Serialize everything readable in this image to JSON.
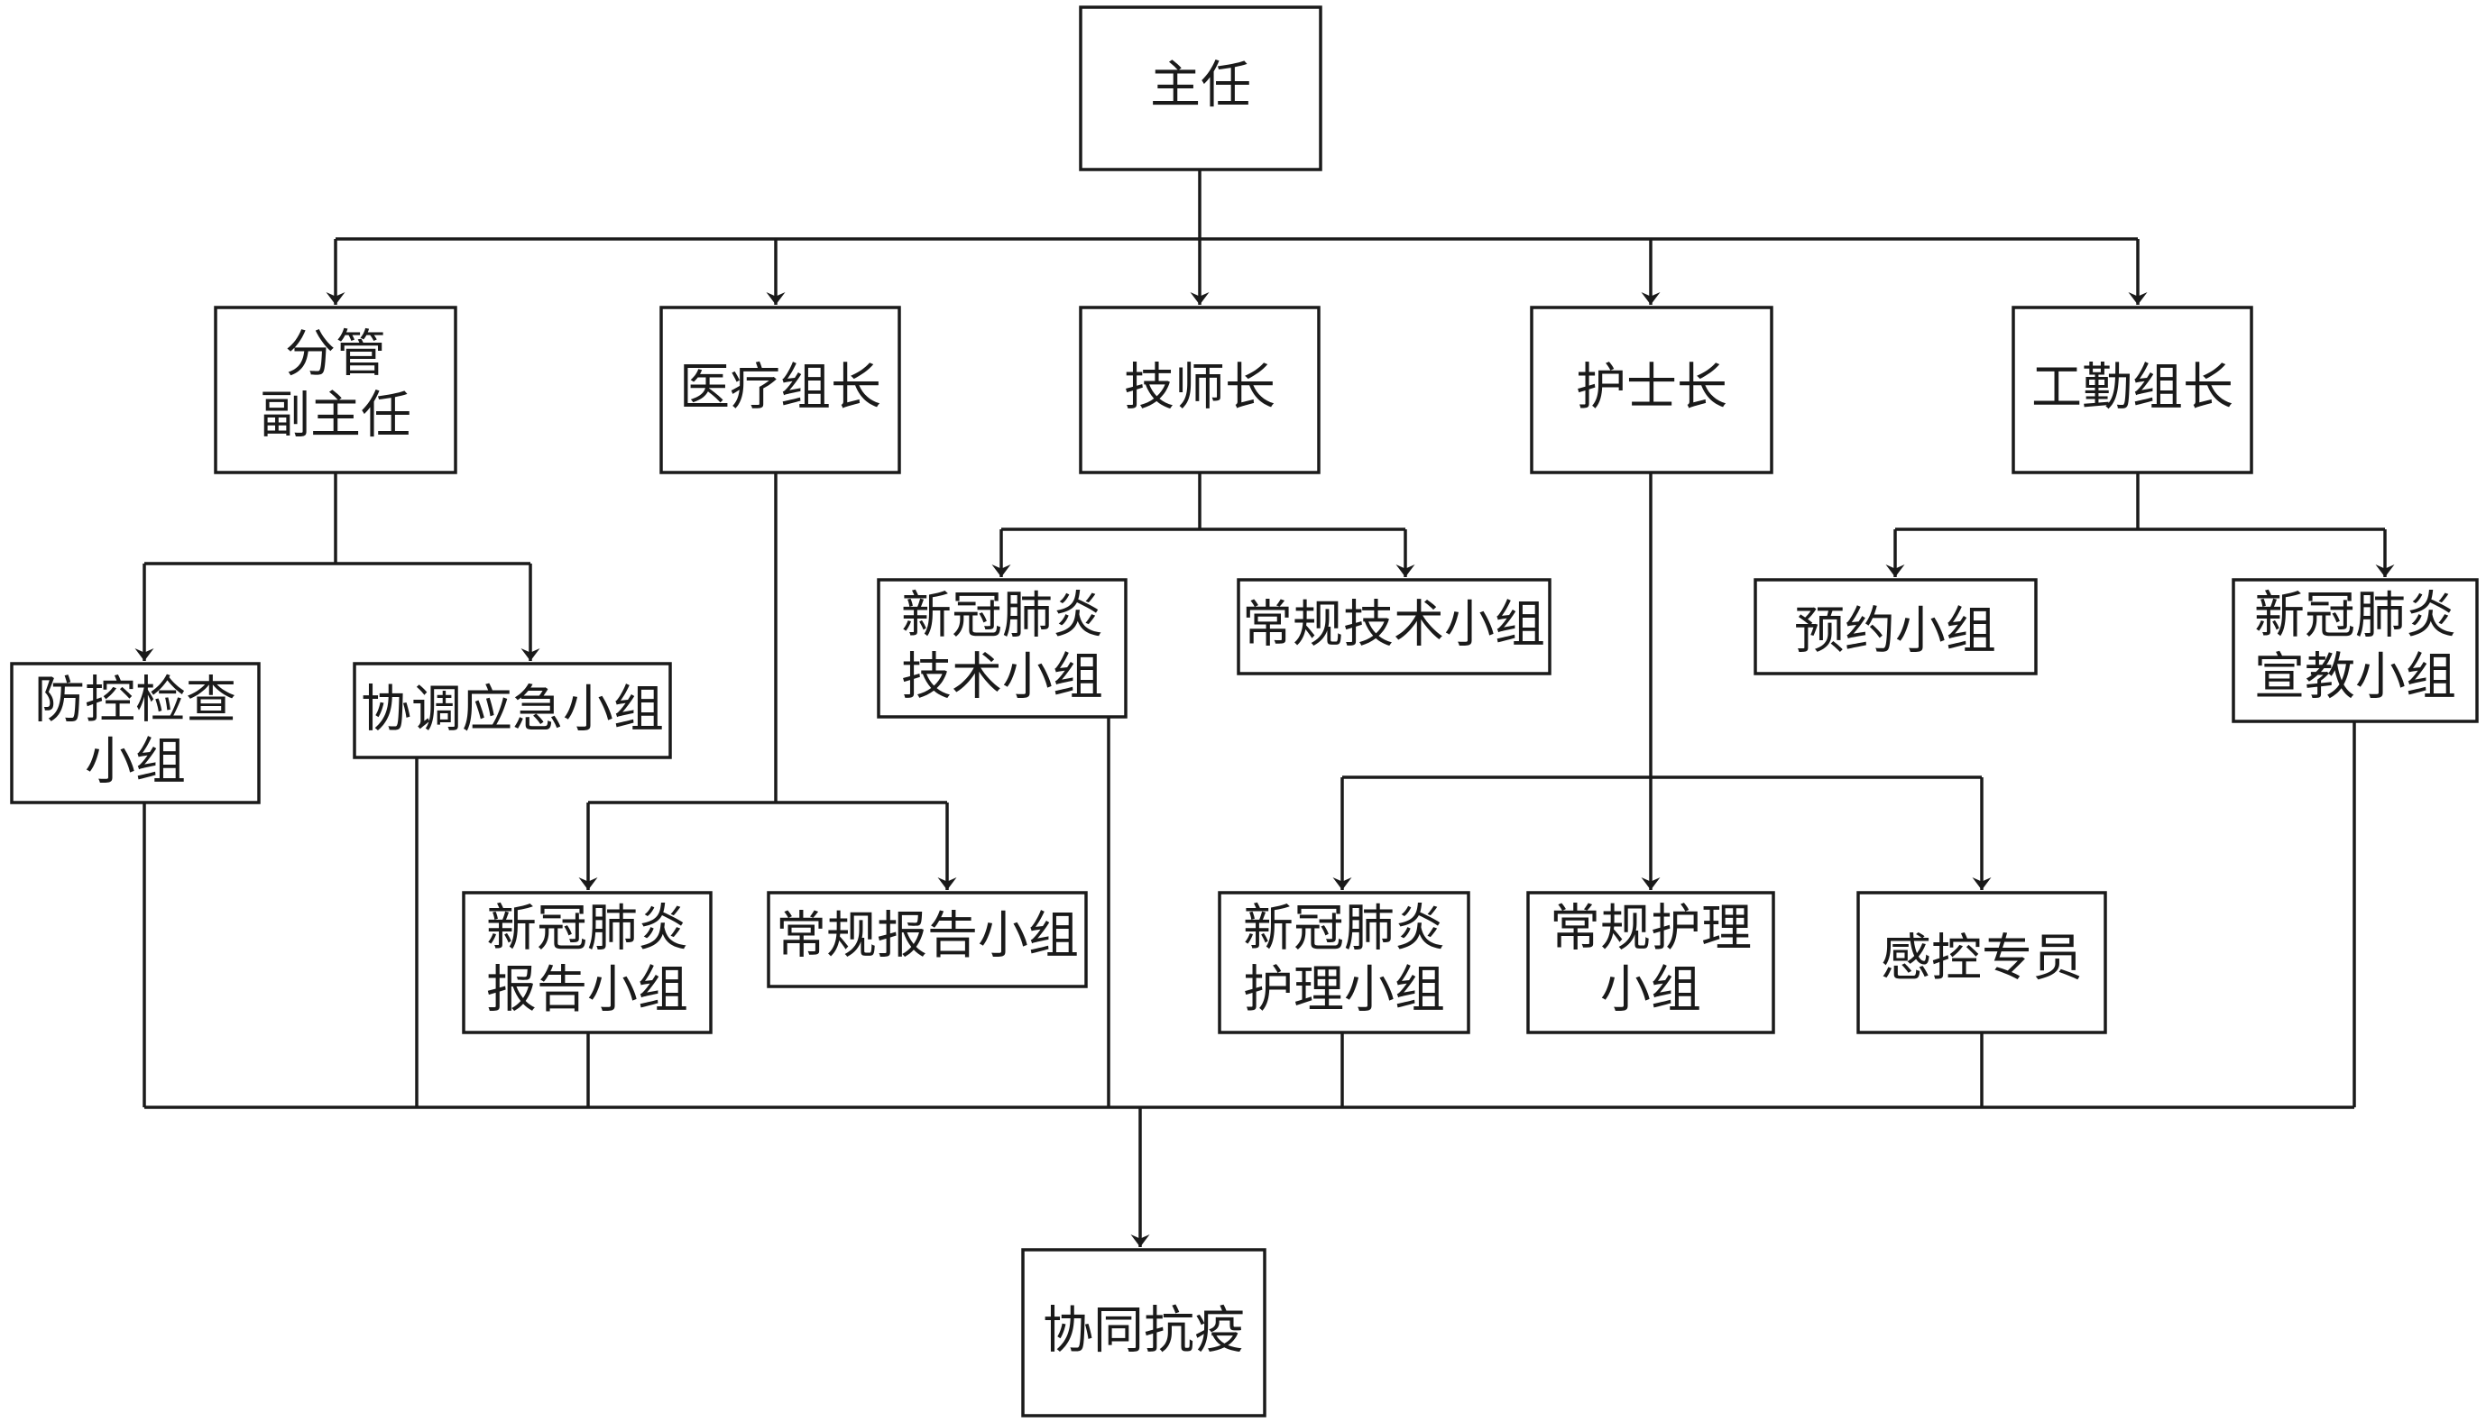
{
  "nodes": {
    "director": [
      "主任"
    ],
    "deputy_director": [
      "分管",
      "副主任"
    ],
    "medical_leader": [
      "医疗组长"
    ],
    "chief_technician": [
      "技师长"
    ],
    "head_nurse": [
      "护士长"
    ],
    "logistics_leader": [
      "工勤组长"
    ],
    "inspection_group": [
      "防控检查",
      "小组"
    ],
    "emergency_group": [
      "协调应急小组"
    ],
    "covid_tech_group": [
      "新冠肺炎",
      "技术小组"
    ],
    "routine_tech_group": [
      "常规技术小组"
    ],
    "appointment_group": [
      "预约小组"
    ],
    "covid_education_group": [
      "新冠肺炎",
      "宣教小组"
    ],
    "covid_report_group": [
      "新冠肺炎",
      "报告小组"
    ],
    "routine_report_group": [
      "常规报告小组"
    ],
    "covid_nursing_group": [
      "新冠肺炎",
      "护理小组"
    ],
    "routine_nursing_group": [
      "常规护理",
      "小组"
    ],
    "infection_control_officer": [
      "感控专员"
    ],
    "joint_fight": [
      "协同抗疫"
    ]
  },
  "colors": {
    "stroke": "#1a1a1a",
    "fill": "#ffffff"
  }
}
